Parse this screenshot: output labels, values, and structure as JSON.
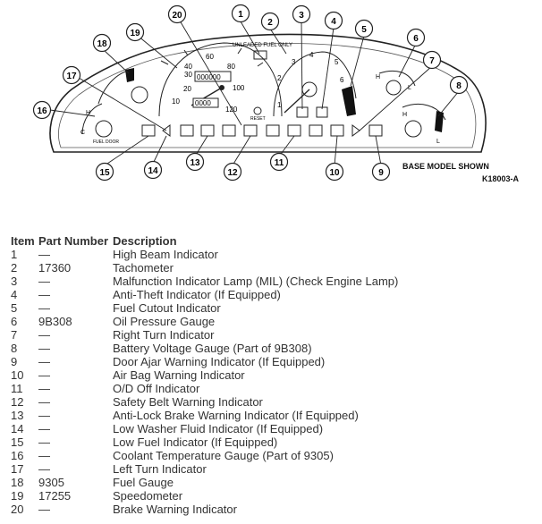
{
  "figure": {
    "caption_base": "BASE MODEL SHOWN",
    "figure_code": "K18003-A",
    "unleaded_label": "UNLEADED FUEL ONLY",
    "reset_label": "RESET",
    "fuel_door_label": "FUEL DOOR",
    "odometer_value": "000000",
    "trip_value": "0000",
    "speedo_ticks": [
      "20",
      "30",
      "40",
      "60",
      "80",
      "100",
      "120",
      "10"
    ],
    "tach_ticks": [
      "1",
      "2",
      "3",
      "4",
      "5",
      "6"
    ],
    "gauge_letters": [
      "H",
      "C",
      "H",
      "L",
      "H",
      "L"
    ],
    "callouts": [
      "1",
      "2",
      "3",
      "4",
      "5",
      "6",
      "7",
      "8",
      "9",
      "10",
      "11",
      "12",
      "13",
      "14",
      "15",
      "16",
      "17",
      "18",
      "19",
      "20"
    ]
  },
  "table": {
    "headers": [
      "Item",
      "Part Number",
      "Description"
    ],
    "rows": [
      [
        "1",
        "—",
        "High Beam Indicator"
      ],
      [
        "2",
        "17360",
        "Tachometer"
      ],
      [
        "3",
        "—",
        "Malfunction Indicator Lamp (MIL) (Check Engine Lamp)"
      ],
      [
        "4",
        "—",
        "Anti-Theft Indicator (If Equipped)"
      ],
      [
        "5",
        "—",
        "Fuel Cutout Indicator"
      ],
      [
        "6",
        "9B308",
        "Oil Pressure Gauge"
      ],
      [
        "7",
        "—",
        "Right Turn Indicator"
      ],
      [
        "8",
        "—",
        "Battery Voltage Gauge (Part of 9B308)"
      ],
      [
        "9",
        "—",
        "Door Ajar Warning Indicator (If Equipped)"
      ],
      [
        "10",
        "—",
        "Air Bag Warning Indicator"
      ],
      [
        "11",
        "—",
        "O/D Off Indicator"
      ],
      [
        "12",
        "—",
        "Safety Belt Warning Indicator"
      ],
      [
        "13",
        "—",
        "Anti-Lock Brake Warning Indicator (If Equipped)"
      ],
      [
        "14",
        "—",
        "Low Washer Fluid Indicator (If Equipped)"
      ],
      [
        "15",
        "—",
        "Low Fuel Indicator (If Equipped)"
      ],
      [
        "16",
        "—",
        "Coolant Temperature Gauge (Part of 9305)"
      ],
      [
        "17",
        "—",
        "Left Turn Indicator"
      ],
      [
        "18",
        "9305",
        "Fuel Gauge"
      ],
      [
        "19",
        "17255",
        "Speedometer"
      ],
      [
        "20",
        "—",
        "Brake Warning Indicator"
      ]
    ]
  }
}
